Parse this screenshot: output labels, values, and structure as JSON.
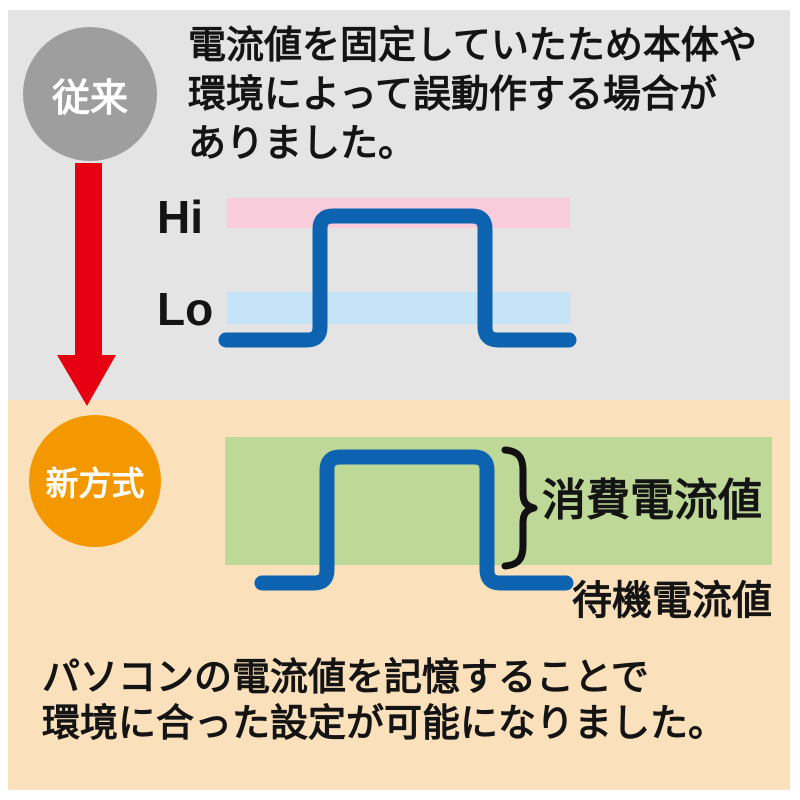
{
  "colors": {
    "conventional_section_bg": "#e4e4e4",
    "new_section_bg": "#fbe1bb",
    "conventional_badge_bg": "#9e9e9f",
    "new_badge_bg": "#f39800",
    "badge_text": "#ffffff",
    "arrow_red": "#e60012",
    "hi_band_pink": "#f8ccdb",
    "lo_band_blue": "#c6e4f7",
    "waveform_blue": "#0e63b0",
    "range_green": "#bdd897",
    "text_black": "#141414"
  },
  "conventional": {
    "badge_label": "従来",
    "description_lines": [
      "電流値を固定していたため本体や",
      "環境によって誤動作する場合が",
      "ありました。"
    ],
    "hi_label": "Hi",
    "lo_label": "Lo"
  },
  "new_method": {
    "badge_label": "新方式",
    "consumption_current_label": "消費電流値",
    "standby_current_label": "待機電流値",
    "description_lines": [
      "パソコンの電流値を記憶することで",
      "環境に合った設定が可能になりました。"
    ]
  }
}
